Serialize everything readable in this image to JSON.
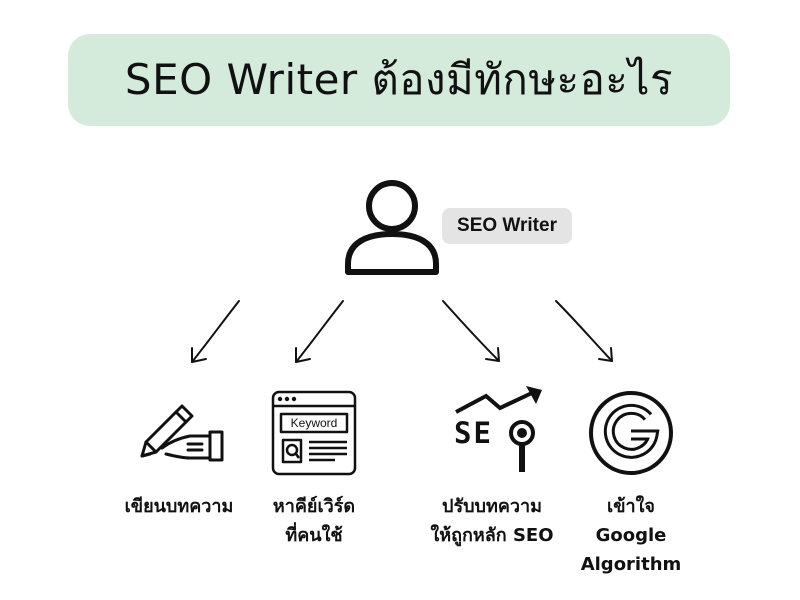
{
  "title": "SEO Writer ต้องมีทักษะอะไร",
  "badge": "SEO Writer",
  "skills": [
    {
      "icon": "writing-hand-icon",
      "lines": [
        "เขียนบทความ"
      ]
    },
    {
      "icon": "keyword-browser-icon",
      "icon_text": "Keyword",
      "lines": [
        "หาคีย์เวิร์ด",
        "ที่คนใช้"
      ]
    },
    {
      "icon": "seo-trend-icon",
      "icon_text": "SE",
      "lines": [
        "ปรับบทความ",
        "ให้ถูกหลัก SEO"
      ]
    },
    {
      "icon": "google-logo-icon",
      "lines": [
        "เข้าใจ",
        "Google",
        "Algorithm"
      ]
    }
  ],
  "colors": {
    "title_bg": "#d4eadb",
    "badge_bg": "#e4e4e4",
    "ink": "#111111"
  }
}
